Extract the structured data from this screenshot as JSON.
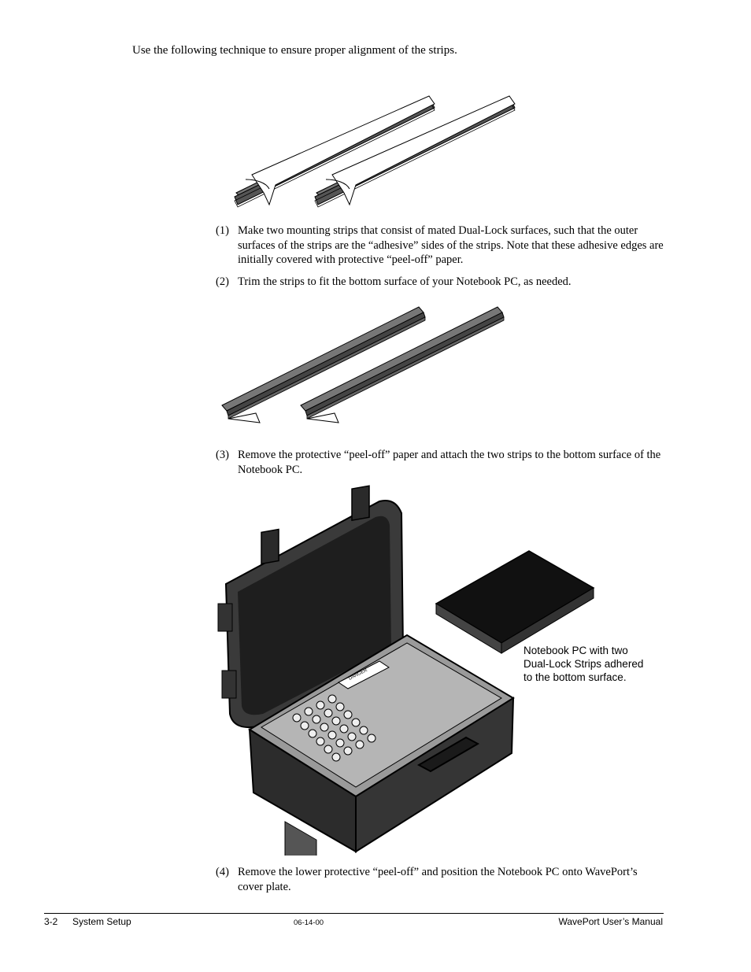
{
  "intro": "Use the following technique to ensure proper alignment of the strips.",
  "steps": [
    {
      "num": "(1)",
      "text": "Make two mounting strips that consist of mated Dual-Lock surfaces, such that the outer surfaces of the strips are the “adhesive” sides of the strips.  Note that these adhesive edges are initially covered with protective “peel-off” paper."
    },
    {
      "num": "(2)",
      "text": "Trim the strips to fit the bottom surface of your Notebook PC, as needed."
    },
    {
      "num": "(3)",
      "text": "Remove the protective “peel-off” paper and attach the two strips to the bottom surface of the Notebook PC."
    },
    {
      "num": "(4)",
      "text": "Remove the lower protective “peel-off” and position the Notebook PC onto WavePort’s cover plate."
    }
  ],
  "figure3": {
    "callout": [
      "Notebook PC with two",
      "Dual-Lock Strips adhered",
      "to the bottom surface."
    ],
    "danger_label": "DANGER"
  },
  "footer": {
    "page": "3-2",
    "section": "System Setup",
    "date": "06-14-00",
    "manual": "WavePort User’s Manual"
  }
}
